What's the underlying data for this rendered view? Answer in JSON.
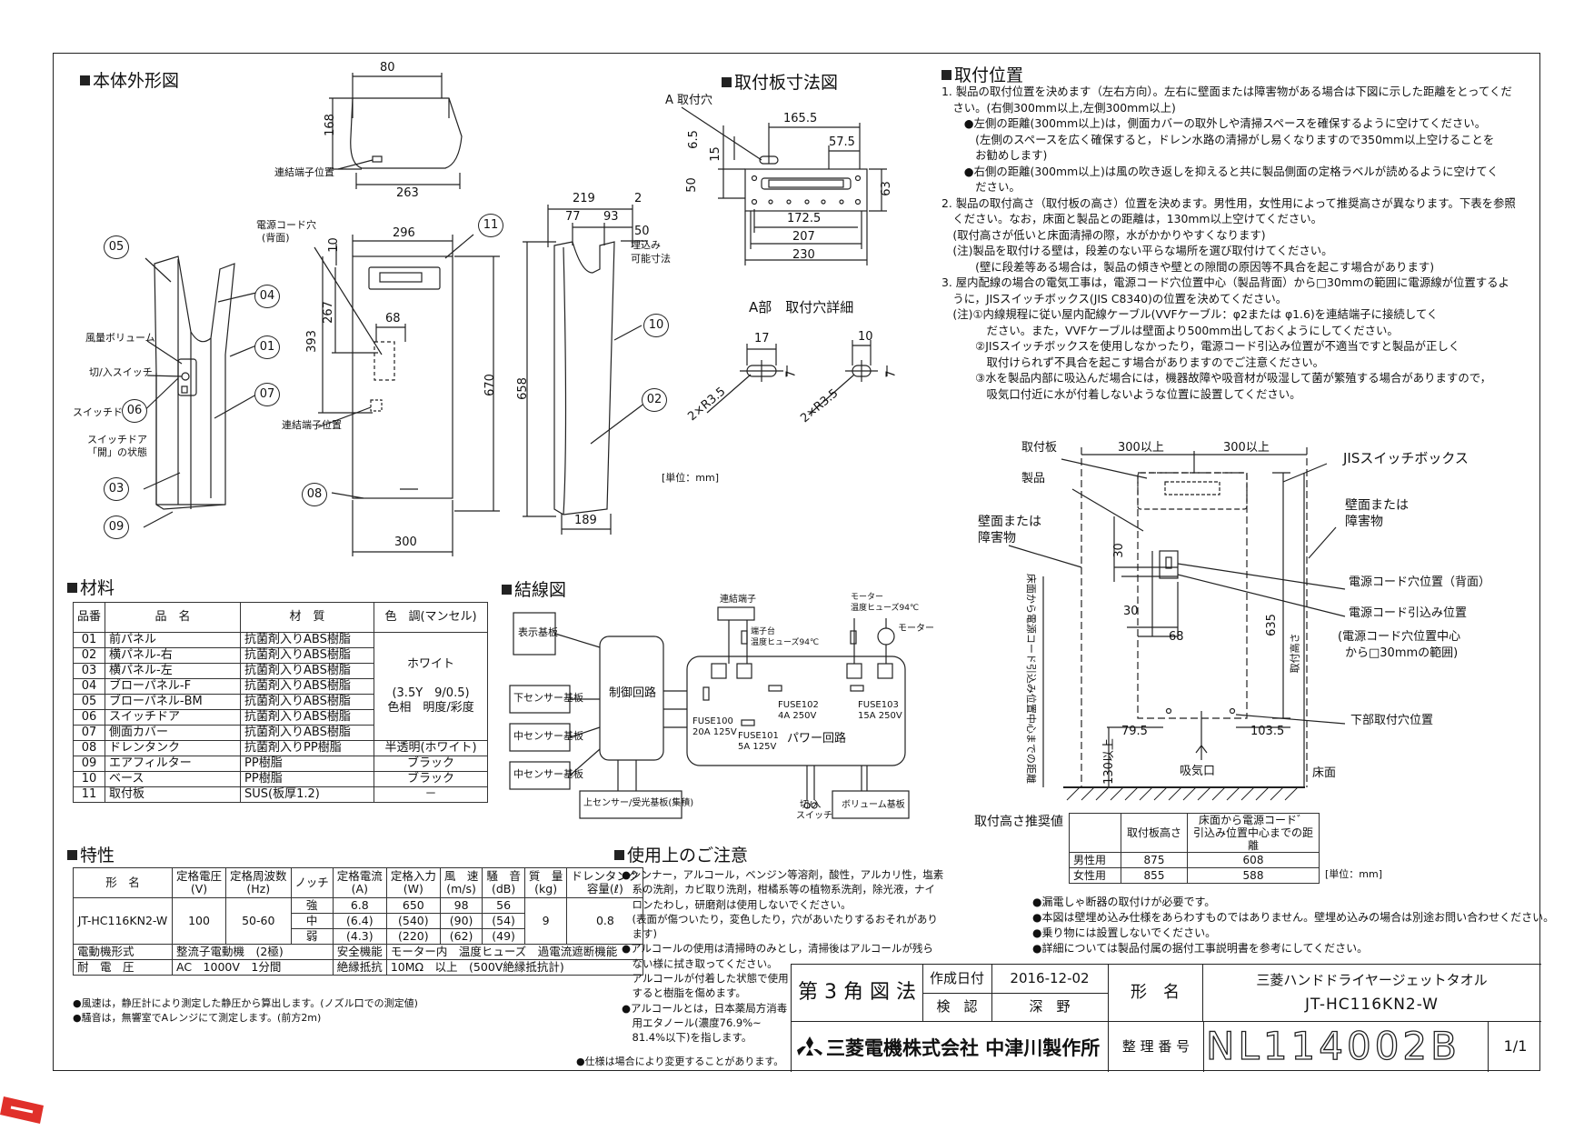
{
  "sections": {
    "outline": "本体外形図",
    "plate": "取付板寸法図",
    "position": "取付位置",
    "materials": "材料",
    "wiring": "結線図",
    "specs": "特性",
    "caution": "使用上のご注意"
  },
  "outline": {
    "dims": {
      "d80": "80",
      "d168": "168",
      "d263": "263",
      "d296": "296",
      "d10": "10",
      "d267": "267",
      "d393": "393",
      "d68": "68",
      "d670": "670",
      "d300": "300",
      "d219": "219",
      "d2": "2",
      "d77": "77",
      "d93": "93",
      "d50": "50",
      "d658": "658",
      "d189": "189"
    },
    "labels": {
      "renketsu_top": "連結端子位置",
      "cord_hole": "電源コード穴",
      "cord_hole2": "(背面)",
      "fuuryou": "風量ボリューム",
      "onoff": "切/入スイッチ",
      "switch_door": "スイッチドア",
      "switch_door_open1": "スイッチドア",
      "switch_door_open2": "「開」の状態",
      "renketsu_mid": "連結端子位置",
      "umekomi1": "埋込み",
      "umekomi2": "可能寸法",
      "unit": "[単位：mm]"
    },
    "callouts": [
      "05",
      "04",
      "01",
      "07",
      "06",
      "03",
      "09",
      "11",
      "08",
      "10",
      "02"
    ]
  },
  "plate": {
    "a_hole": "A 取付穴",
    "dims": {
      "d1655": "165.5",
      "d575": "57.5",
      "d65": "6.5",
      "d15": "15",
      "d50": "50",
      "d63": "63",
      "d1725": "172.5",
      "d207": "207",
      "d230": "230"
    },
    "detail_title": "A部　取付穴詳細",
    "d17": "17",
    "d10": "10",
    "r35a": "2×R3.5",
    "r35b": "2×R3.5",
    "d7a": "7",
    "d7b": "7"
  },
  "position": {
    "lines": [
      "1. 製品の取付位置を決めます（左右方向）。左右に壁面または障害物がある場合は下図に示した距離をとってくだ",
      "　さい。(右側300mm以上,左側300mm以上)",
      "　　●左側の距離(300mm以上)は，側面カバーの取外しや清掃スペースを確保するように空けてください。",
      "　　　(左側のスペースを広く確保すると，ドレン水路の清掃がし易くなりますので350mm以上空けることを",
      "　　　お勧めします)",
      "　　●右側の距離(300mm以上)は風の吹き返しを抑えると共に製品側面の定格ラベルが読めるように空けてく",
      "　　　ださい。",
      "2. 製品の取付高さ（取付板の高さ）位置を決めます。男性用，女性用によって推奨高さが異なります。下表を参照",
      "　ください。なお，床面と製品との距離は，130mm以上空けてください。",
      "　(取付高さが低いと床面清掃の際，水がかかりやすくなります)",
      "　(注)製品を取付ける壁は，段差のない平らな場所を選び取付けてください。",
      "　　　(壁に段差等ある場合は，製品の傾きや壁との隙間の原因等不具合を起こす場合があります)",
      "3. 屋内配線の場合の電気工事は，電源コード穴位置中心（製品背面）から□30mmの範囲に電源線が位置するよ",
      "　うに，JISスイッチボックス(JIS C8340)の位置を決めてください。",
      "　(注)①内線規程に従い屋内配線ケーブル(VVFケーブル：φ2または φ1.6)を連結端子に接続してく",
      "　　　　ださい。また，VVFケーブルは壁面より500mm出しておくようにしてください。",
      "　　　②JISスイッチボックスを使用しなかったり，電源コード引込み位置が不適当ですと製品が正しく",
      "　　　　取付けられず不具合を起こす場合がありますのでご注意ください。",
      "　　　③水を製品内部に吸込んだ場合には，機器故障や吸音材が吸湿して菌が繁殖する場合がありますので，",
      "　　　　吸気口付近に水が付着しないような位置に設置してください。"
    ],
    "diagram": {
      "toritsukeban": "取付板",
      "seihin": "製品",
      "jis": "JISスイッチボックス",
      "d300a": "300以上",
      "d300b": "300以上",
      "wall_l1": "壁面または",
      "wall_l2": "障害物",
      "wall_r1": "壁面または",
      "wall_r2": "障害物",
      "d30a": "30",
      "d30b": "30",
      "d68": "68",
      "d635": "635",
      "height_label": "取付高さ",
      "floor_to_cord": "床面から電源コード引込み位置中心までの距離",
      "cord_back": "電源コード穴位置（背面）",
      "cord_in": "電源コード引込み位置",
      "cord_range1": "(電源コード穴位置中心",
      "cord_range2": "から□30mmの範囲)",
      "d795": "79.5",
      "d1035": "103.5",
      "d130": "130以上",
      "lower_hole": "下部取付穴位置",
      "intake": "吸気口",
      "floor": "床面"
    },
    "rec_title": "取付高さ推奨値",
    "rec_headers": [
      "",
      "取付板高さ",
      "床面から電源コード'\n引込み位置中心までの距離"
    ],
    "rec_h2a": "床面から電源コード゛",
    "rec_h2b": "引込み位置中心までの距離",
    "rec_rows": [
      [
        "男性用",
        "875",
        "608"
      ],
      [
        "女性用",
        "855",
        "588"
      ]
    ],
    "rec_unit": "[単位：mm]",
    "bullets": [
      "●漏電しゃ断器の取付けが必要です。",
      "●本図は壁埋め込み仕様をあらわすものではありません。壁埋め込みの場合は別途お問い合わせください。",
      "●乗り物には設置しないでください。",
      "●詳細については製品付属の据付工事説明書を参考にしてください。"
    ]
  },
  "materials": {
    "headers": [
      "品番",
      "品　名",
      "材　質",
      "色　調(マンセル)"
    ],
    "rows": [
      [
        "01",
        "前パネル",
        "抗菌剤入りABS樹脂"
      ],
      [
        "02",
        "横パネル-右",
        "抗菌剤入りABS樹脂"
      ],
      [
        "03",
        "横パネル-左",
        "抗菌剤入りABS樹脂"
      ],
      [
        "04",
        "ブローパネル-F",
        "抗菌剤入りABS樹脂"
      ],
      [
        "05",
        "ブローパネル-BM",
        "抗菌剤入りABS樹脂"
      ],
      [
        "06",
        "スイッチドア",
        "抗菌剤入りABS樹脂"
      ],
      [
        "07",
        "側面カバー",
        "抗菌剤入りABS樹脂"
      ],
      [
        "08",
        "ドレンタンク",
        "抗菌剤入りPP樹脂"
      ],
      [
        "09",
        "エアフィルター",
        "PP樹脂"
      ],
      [
        "10",
        "ベース",
        "PP樹脂"
      ],
      [
        "11",
        "取付板",
        "SUS(板厚1.2)"
      ]
    ],
    "color_white": "ホワイト",
    "color_munsell1": "(3.5Y　9/0.5)",
    "color_munsell2": "色相　明度/彩度",
    "color_08": "半透明(ホワイト)",
    "color_09": "ブラック",
    "color_10": "ブラック",
    "color_11": "－"
  },
  "wiring": {
    "hyouji": "表示基板",
    "shita": "下センサー基板",
    "naka1": "中センサー基板",
    "naka2": "中センサー基板",
    "seigyo": "制御回路",
    "renketsu": "連結端子",
    "tanshidai1": "端子台",
    "tanshidai2": "温度ヒューズ94℃",
    "motor_fuse1": "モーター",
    "motor_fuse2": "温度ヒューズ94℃",
    "motor": "モーター",
    "fuse100a": "FUSE100",
    "fuse100b": "20A 125V",
    "fuse101a": "FUSE101",
    "fuse101b": "5A 125V",
    "fuse102a": "FUSE102",
    "fuse102b": "4A 250V",
    "fuse103a": "FUSE103",
    "fuse103b": "15A 250V",
    "power": "パワー回路",
    "ue": "上センサー/受光基板(集積)",
    "sw1": "切/入",
    "sw2": "スイッチ",
    "volume": "ボリューム基板"
  },
  "specs": {
    "h_model": "形　名",
    "h_volt": "定格電圧",
    "h_volt_u": "(V)",
    "h_freq": "定格周波数",
    "h_freq_u": "(Hz)",
    "h_notch": "ノッチ",
    "h_cur": "定格電流",
    "h_cur_u": "(A)",
    "h_pow": "定格入力",
    "h_pow_u": "(W)",
    "h_speed": "風　速",
    "h_speed_u": "(m/s)",
    "h_noise": "騒　音",
    "h_noise_u": "(dB)",
    "h_mass": "質　量",
    "h_mass_u": "(kg)",
    "h_tank": "ドレンタンク",
    "h_tank_u": "容量(ℓ)",
    "model": "JT-HC116KN2-W",
    "volt": "100",
    "freq": "50-60",
    "mass": "9",
    "tank": "0.8",
    "notches": [
      [
        "強",
        "6.8",
        "650",
        "98",
        "56"
      ],
      [
        "中",
        "(6.4)",
        "(540)",
        "(90)",
        "(54)"
      ],
      [
        "弱",
        "(4.3)",
        "(220)",
        "(62)",
        "(49)"
      ]
    ],
    "motor_type_l": "電動機形式",
    "motor_type": "整流子電動機　(2極)",
    "safety_l": "安全機能",
    "safety": "モーター内　温度ヒューズ　過電流遮断機能",
    "withstand_l": "耐　電　圧",
    "withstand": "AC　1000V　1分間",
    "insul_l": "絶縁抵抗",
    "insul": "10MΩ　以上　(500V絶縁抵抗計)",
    "notes": [
      "●風速は，静圧計により測定した静圧から算出します。(ノズル口での測定値)",
      "●騒音は，無響室でAレンジにて測定します。(前方2m)"
    ]
  },
  "caution": {
    "lines": [
      "●シンナー，アルコール，ベンジン等溶剤，酸性，アルカリ性，塩素",
      "　系の洗剤，カビ取り洗剤，柑橘系等の植物系洗剤，除光液，ナイ",
      "　ロンたわし，研磨剤は使用しないでください。",
      "　(表面が傷ついたり，変色したり，穴があいたりするおそれがあり",
      "　ます)",
      "●アルコールの使用は清掃時のみとし，清掃後はアルコールが残ら",
      "　ない様に拭き取ってください。",
      "　アルコールが付着した状態で使用",
      "　すると樹脂を傷めます。",
      "●アルコールとは，日本薬局方消毒",
      "　用エタノール(濃度76.9%~",
      "　81.4%以下)を指します。"
    ],
    "footer": "●仕様は場合により変更することがあります。"
  },
  "titleblock": {
    "projection": "第 3 角 図 法",
    "date_l": "作成日付",
    "date": "2016-12-02",
    "check_l": "検　認",
    "checker": "深　野",
    "name_l": "形　名",
    "name1": "三菱ハンドドライヤージェットタオル",
    "name2": "JT-HC116KN2-W",
    "company": "三菱電機株式会社 中津川製作所",
    "num_l": "整 理 番 号",
    "num": "NL114002B",
    "page": "1/1"
  }
}
